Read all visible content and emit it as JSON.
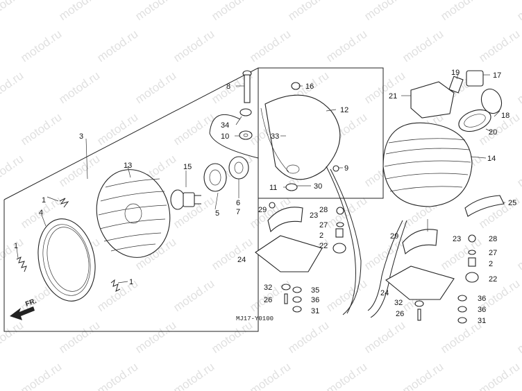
{
  "watermark_text": "motod.ru",
  "diagram_code": "MJ17-Y0100",
  "front_marker": "FR.",
  "labels": {
    "l1a": "1",
    "l1b": "1",
    "l1c": "1",
    "l2a": "2",
    "l2b": "2",
    "l3": "3",
    "l4": "4",
    "l5": "5",
    "l6": "6",
    "l7": "7",
    "l8": "8",
    "l9": "9",
    "l10": "10",
    "l11": "11",
    "l12": "12",
    "l13": "13",
    "l14": "14",
    "l15": "15",
    "l16": "16",
    "l17": "17",
    "l18": "18",
    "l19": "19",
    "l20": "20",
    "l21": "21",
    "l22a": "22",
    "l22b": "22",
    "l23a": "23",
    "l23b": "23",
    "l24a": "24",
    "l24b": "24",
    "l25": "25",
    "l26a": "26",
    "l26b": "26",
    "l27a": "27",
    "l27b": "27",
    "l28a": "28",
    "l28b": "28",
    "l29a": "29",
    "l29b": "29",
    "l30": "30",
    "l31a": "31",
    "l31b": "31",
    "l32a": "32",
    "l32b": "32",
    "l33": "33",
    "l34": "34",
    "l35": "35",
    "l36a": "36",
    "l36b": "36",
    "l36c": "36"
  }
}
